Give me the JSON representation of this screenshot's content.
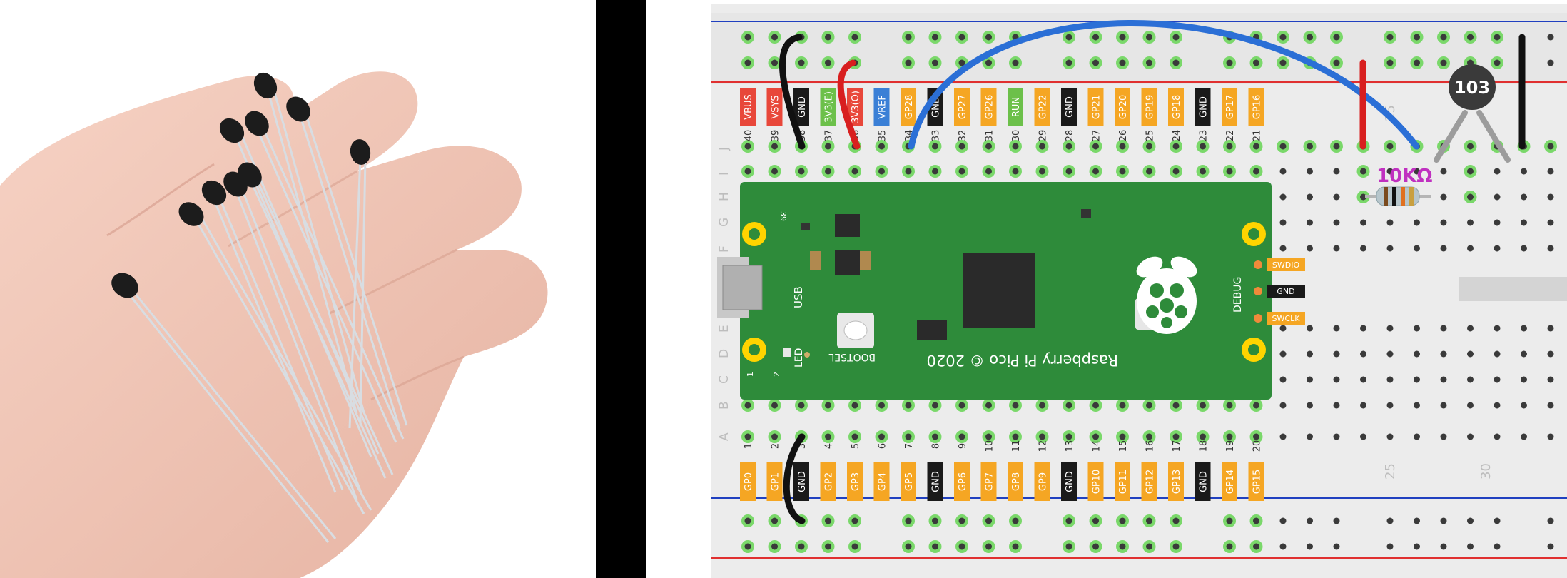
{
  "pins_top": [
    {
      "num": "40",
      "label": "VBUS",
      "color": "#e8473a",
      "text": "#ffffff"
    },
    {
      "num": "39",
      "label": "VSYS",
      "color": "#e8473a",
      "text": "#ffffff"
    },
    {
      "num": "38",
      "label": "GND",
      "color": "#1a1a1a",
      "text": "#ffffff"
    },
    {
      "num": "37",
      "label": "3V3(E)",
      "color": "#6cc04a",
      "text": "#ffffff"
    },
    {
      "num": "36",
      "label": "3V3(O)",
      "color": "#e8473a",
      "text": "#ffffff"
    },
    {
      "num": "35",
      "label": "VREF",
      "color": "#3a7fd6",
      "text": "#ffffff"
    },
    {
      "num": "34",
      "label": "GP28",
      "color": "#f5a623",
      "text": "#ffffff"
    },
    {
      "num": "33",
      "label": "GND",
      "color": "#1a1a1a",
      "text": "#ffffff"
    },
    {
      "num": "32",
      "label": "GP27",
      "color": "#f5a623",
      "text": "#ffffff"
    },
    {
      "num": "31",
      "label": "GP26",
      "color": "#f5a623",
      "text": "#ffffff"
    },
    {
      "num": "30",
      "label": "RUN",
      "color": "#6cc04a",
      "text": "#ffffff"
    },
    {
      "num": "29",
      "label": "GP22",
      "color": "#f5a623",
      "text": "#ffffff"
    },
    {
      "num": "28",
      "label": "GND",
      "color": "#1a1a1a",
      "text": "#ffffff"
    },
    {
      "num": "27",
      "label": "GP21",
      "color": "#f5a623",
      "text": "#ffffff"
    },
    {
      "num": "26",
      "label": "GP20",
      "color": "#f5a623",
      "text": "#ffffff"
    },
    {
      "num": "25",
      "label": "GP19",
      "color": "#f5a623",
      "text": "#ffffff"
    },
    {
      "num": "24",
      "label": "GP18",
      "color": "#f5a623",
      "text": "#ffffff"
    },
    {
      "num": "23",
      "label": "GND",
      "color": "#1a1a1a",
      "text": "#ffffff"
    },
    {
      "num": "22",
      "label": "GP17",
      "color": "#f5a623",
      "text": "#ffffff"
    },
    {
      "num": "21",
      "label": "GP16",
      "color": "#f5a623",
      "text": "#ffffff"
    }
  ],
  "pins_bottom": [
    {
      "num": "1",
      "label": "GP0",
      "color": "#f5a623",
      "text": "#ffffff"
    },
    {
      "num": "2",
      "label": "GP1",
      "color": "#f5a623",
      "text": "#ffffff"
    },
    {
      "num": "3",
      "label": "GND",
      "color": "#1a1a1a",
      "text": "#ffffff"
    },
    {
      "num": "4",
      "label": "GP2",
      "color": "#f5a623",
      "text": "#ffffff"
    },
    {
      "num": "5",
      "label": "GP3",
      "color": "#f5a623",
      "text": "#ffffff"
    },
    {
      "num": "6",
      "label": "GP4",
      "color": "#f5a623",
      "text": "#ffffff"
    },
    {
      "num": "7",
      "label": "GP5",
      "color": "#f5a623",
      "text": "#ffffff"
    },
    {
      "num": "8",
      "label": "GND",
      "color": "#1a1a1a",
      "text": "#ffffff"
    },
    {
      "num": "9",
      "label": "GP6",
      "color": "#f5a623",
      "text": "#ffffff"
    },
    {
      "num": "10",
      "label": "GP7",
      "color": "#f5a623",
      "text": "#ffffff"
    },
    {
      "num": "11",
      "label": "GP8",
      "color": "#f5a623",
      "text": "#ffffff"
    },
    {
      "num": "12",
      "label": "GP9",
      "color": "#f5a623",
      "text": "#ffffff"
    },
    {
      "num": "13",
      "label": "GND",
      "color": "#1a1a1a",
      "text": "#ffffff"
    },
    {
      "num": "14",
      "label": "GP10",
      "color": "#f5a623",
      "text": "#ffffff"
    },
    {
      "num": "15",
      "label": "GP11",
      "color": "#f5a623",
      "text": "#ffffff"
    },
    {
      "num": "16",
      "label": "GP12",
      "color": "#f5a623",
      "text": "#ffffff"
    },
    {
      "num": "17",
      "label": "GP13",
      "color": "#f5a623",
      "text": "#ffffff"
    },
    {
      "num": "18",
      "label": "GND",
      "color": "#1a1a1a",
      "text": "#ffffff"
    },
    {
      "num": "19",
      "label": "GP14",
      "color": "#f5a623",
      "text": "#ffffff"
    },
    {
      "num": "20",
      "label": "GP15",
      "color": "#f5a623",
      "text": "#ffffff"
    }
  ],
  "row_letters": [
    "J",
    "I",
    "H",
    "G",
    "F",
    "E",
    "D",
    "C",
    "B",
    "A"
  ],
  "column_numbers": [
    "25",
    "30"
  ],
  "pico": {
    "name": "Raspberry Pi Pico © 2020",
    "usb": "USB",
    "bootsel": "BOOTSEL",
    "led": "LED",
    "debug": "DEBUG",
    "pin_corner_39": "39",
    "pin_corner_1": "1",
    "pin_corner_2": "2"
  },
  "debug_pins": [
    {
      "label": "SWDIO",
      "color": "#f5a623"
    },
    {
      "label": "GND",
      "color": "#1a1a1a"
    },
    {
      "label": "SWCLK",
      "color": "#f5a623"
    }
  ],
  "resistor": {
    "label": "10KΩ",
    "label_color": "#c030c0"
  },
  "thermistor": {
    "label": "103"
  },
  "colors": {
    "pico_green": "#2e8b3a",
    "rail_red": "#e03030",
    "rail_blue": "#2040c0",
    "wire_blue": "#2b6fd6",
    "wire_red": "#d81f1f",
    "wire_black": "#111111",
    "hole_ring": "#7ad86a",
    "pad_yellow": "#ffd400"
  }
}
